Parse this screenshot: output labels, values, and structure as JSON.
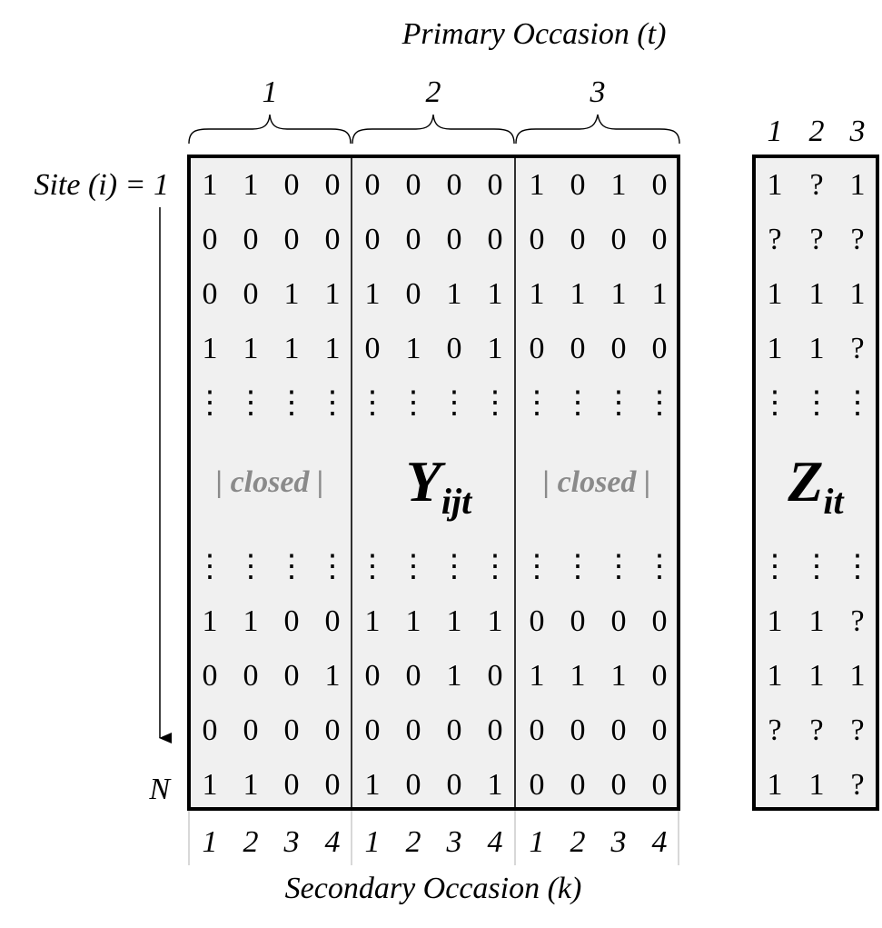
{
  "primary_label": "Primary Occasion (t)",
  "secondary_label": "Secondary Occasion (k)",
  "site_label": "Site (i) = 1",
  "last_site_label": "N",
  "primary_occasions": [
    "1",
    "2",
    "3"
  ],
  "secondary_occasions": [
    "1",
    "2",
    "3",
    "4"
  ],
  "closed_label": "| closed |",
  "y_symbol": "Y",
  "y_subscript": "ijt",
  "z_symbol": "Z",
  "z_subscript": "it",
  "ellipsis": "⋮",
  "y_rows_top": [
    [
      "1",
      "1",
      "0",
      "0",
      "0",
      "0",
      "0",
      "0",
      "1",
      "0",
      "1",
      "0"
    ],
    [
      "0",
      "0",
      "0",
      "0",
      "0",
      "0",
      "0",
      "0",
      "0",
      "0",
      "0",
      "0"
    ],
    [
      "0",
      "0",
      "1",
      "1",
      "1",
      "0",
      "1",
      "1",
      "1",
      "1",
      "1",
      "1"
    ],
    [
      "1",
      "1",
      "1",
      "1",
      "0",
      "1",
      "0",
      "1",
      "0",
      "0",
      "0",
      "0"
    ]
  ],
  "y_rows_bottom": [
    [
      "1",
      "1",
      "0",
      "0",
      "1",
      "1",
      "1",
      "1",
      "0",
      "0",
      "0",
      "0"
    ],
    [
      "0",
      "0",
      "0",
      "1",
      "0",
      "0",
      "1",
      "0",
      "1",
      "1",
      "1",
      "0"
    ],
    [
      "0",
      "0",
      "0",
      "0",
      "0",
      "0",
      "0",
      "0",
      "0",
      "0",
      "0",
      "0"
    ],
    [
      "1",
      "1",
      "0",
      "0",
      "1",
      "0",
      "0",
      "1",
      "0",
      "0",
      "0",
      "0"
    ]
  ],
  "z_rows_top": [
    [
      "1",
      "?",
      "1"
    ],
    [
      "?",
      "?",
      "?"
    ],
    [
      "1",
      "1",
      "1"
    ],
    [
      "1",
      "1",
      "?"
    ]
  ],
  "z_rows_bottom": [
    [
      "1",
      "1",
      "?"
    ],
    [
      "1",
      "1",
      "1"
    ],
    [
      "?",
      "?",
      "?"
    ],
    [
      "1",
      "1",
      "?"
    ]
  ]
}
